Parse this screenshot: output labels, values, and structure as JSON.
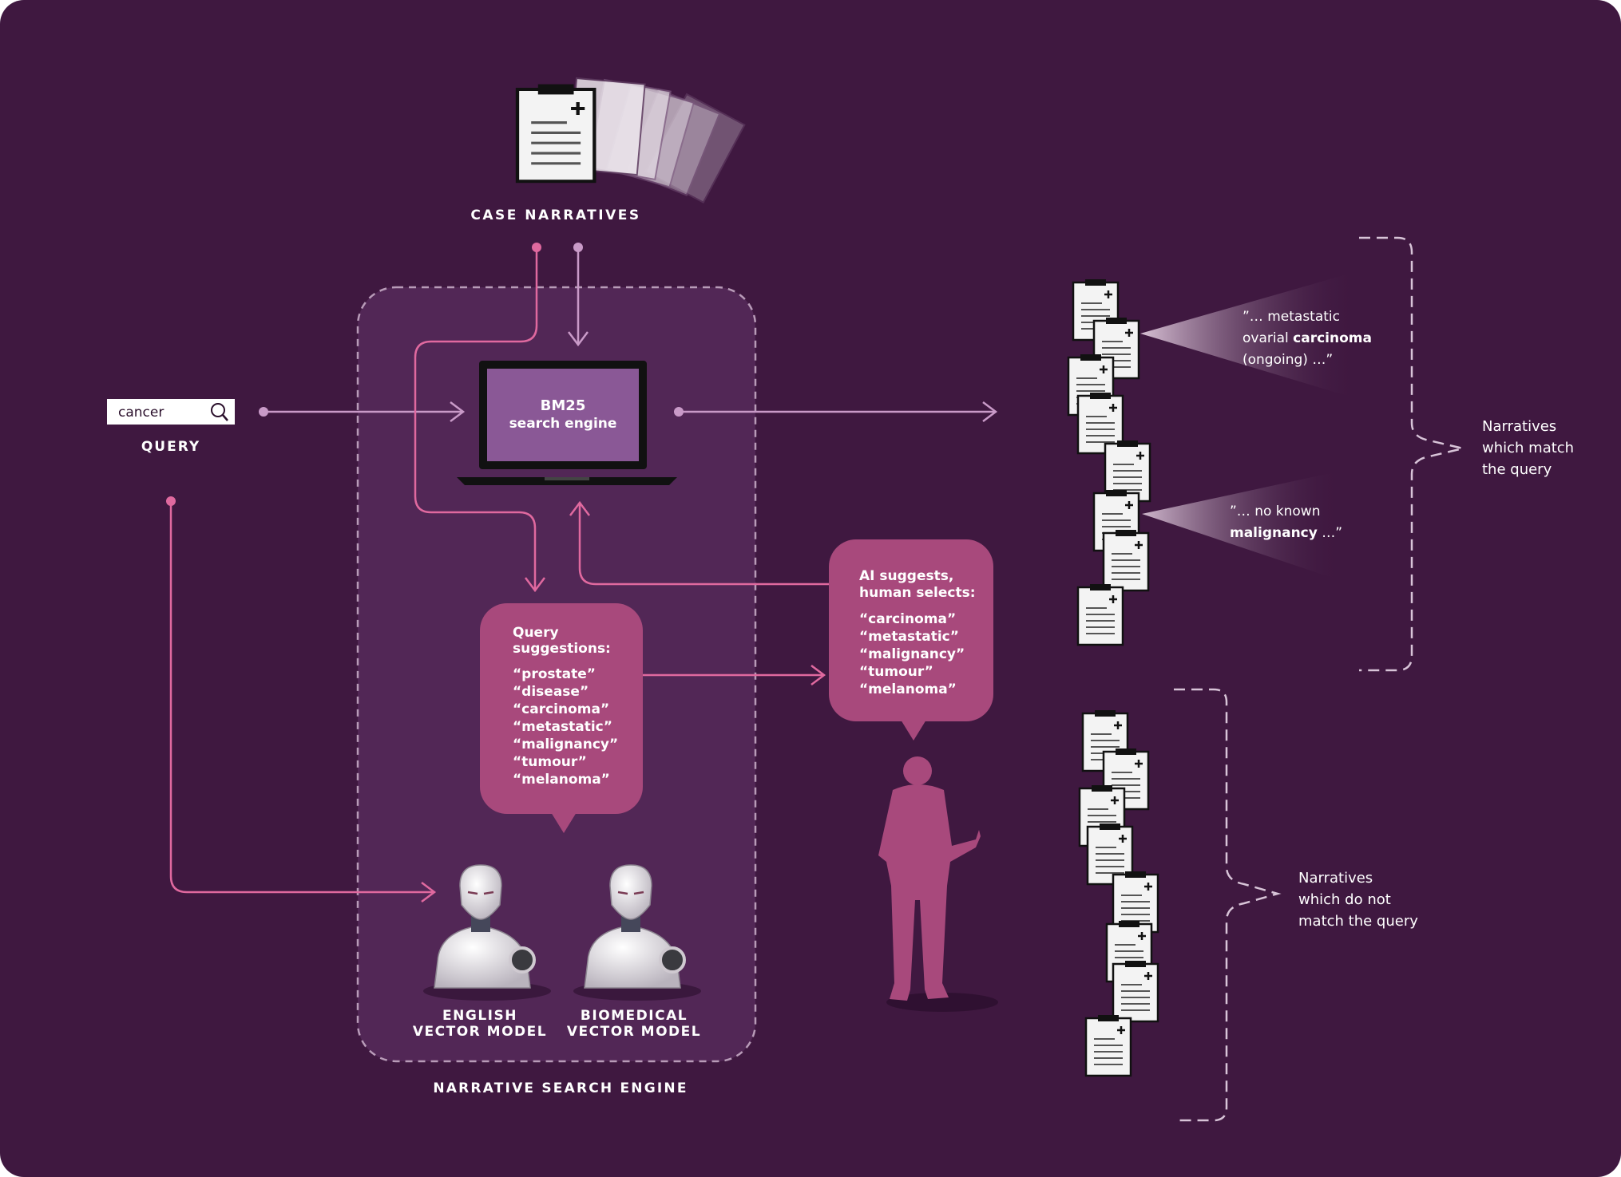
{
  "title": "CASE NARRATIVES",
  "engine_label": "NARRATIVE SEARCH ENGINE",
  "query": {
    "value": "cancer",
    "label": "QUERY"
  },
  "search_engine": {
    "line1": "BM25",
    "line2": "search engine"
  },
  "suggestions": {
    "heading": [
      "Query",
      "suggestions:"
    ],
    "items": [
      "“prostate”",
      "“disease”",
      "“carcinoma”",
      "“metastatic”",
      "“malignancy”",
      "“tumour”",
      "“melanoma”"
    ]
  },
  "selection": {
    "heading": [
      "AI suggests,",
      "human selects:"
    ],
    "items": [
      "“carcinoma”",
      "“metastatic”",
      "“malignancy”",
      "“tumour”",
      "“melanoma”"
    ]
  },
  "models": {
    "english": [
      "ENGLISH",
      "VECTOR MODEL"
    ],
    "biomedical": [
      "BIOMEDICAL",
      "VECTOR MODEL"
    ]
  },
  "excerpts": {
    "first": {
      "line1": "”… metastatic",
      "line2_pre": "ovarial ",
      "line2_bold": "carcinoma",
      "line3": "(ongoing) …”"
    },
    "second": {
      "line1": "”… no known",
      "line2_bold": "malignancy",
      "line2_post": " …”"
    }
  },
  "match_label": [
    "Narratives",
    "which match",
    "the query"
  ],
  "nomatch_label": [
    "Narratives",
    "which do not",
    "match the query"
  ],
  "colors": {
    "background": "#3f1840",
    "panel": "#5a2c5e",
    "bubble": "#a8497c",
    "arrow_pink": "#e0699f",
    "arrow_light": "#c99ac8",
    "laptop_screen": "#8a5896"
  }
}
